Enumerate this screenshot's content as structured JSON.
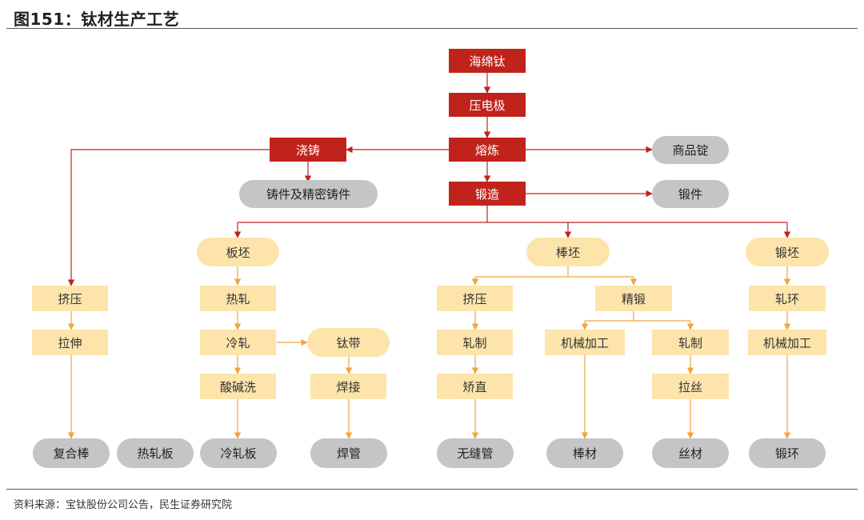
{
  "header": {
    "title": "图151：钛材生产工艺"
  },
  "footer": {
    "source": "资料来源：宝钛股份公司公告，民生证券研究院"
  },
  "colors": {
    "primary": "#c0231b",
    "intermediate": "#fce4ab",
    "product": "#c5c5c5",
    "arrow_red": "#c0231b",
    "arrow_orange": "#f0a63c"
  },
  "nodes": {
    "sponge": "海绵钛",
    "electrode": "压电极",
    "smelting": "熔炼",
    "casting": "浇铸",
    "castings": "铸件及精密铸件",
    "ingot": "商品锭",
    "forging": "锻造",
    "forgings": "锻件",
    "slab": "板坯",
    "bar_billet": "棒坯",
    "forged_billet": "锻坯",
    "extrusion_left": "挤压",
    "drawing_left": "拉伸",
    "hot_rolling": "热轧",
    "cold_rolling": "冷轧",
    "pickling": "酸碱洗",
    "ti_strip": "钛带",
    "welding": "焊接",
    "extrusion_mid": "挤压",
    "rolling_mid": "轧制",
    "straightening": "矫直",
    "precision_forging": "精锻",
    "machining_mid": "机械加工",
    "rolling_right": "轧制",
    "wire_drawing": "拉丝",
    "ring_rolling": "轧环",
    "machining_right": "机械加工",
    "composite_bar": "复合棒",
    "hot_rolled_plate": "热轧板",
    "cold_rolled_plate": "冷轧板",
    "welded_pipe": "焊管",
    "seamless_pipe": "无缝管",
    "bar_material": "棒材",
    "wire_material": "丝材",
    "forged_ring": "锻环"
  }
}
